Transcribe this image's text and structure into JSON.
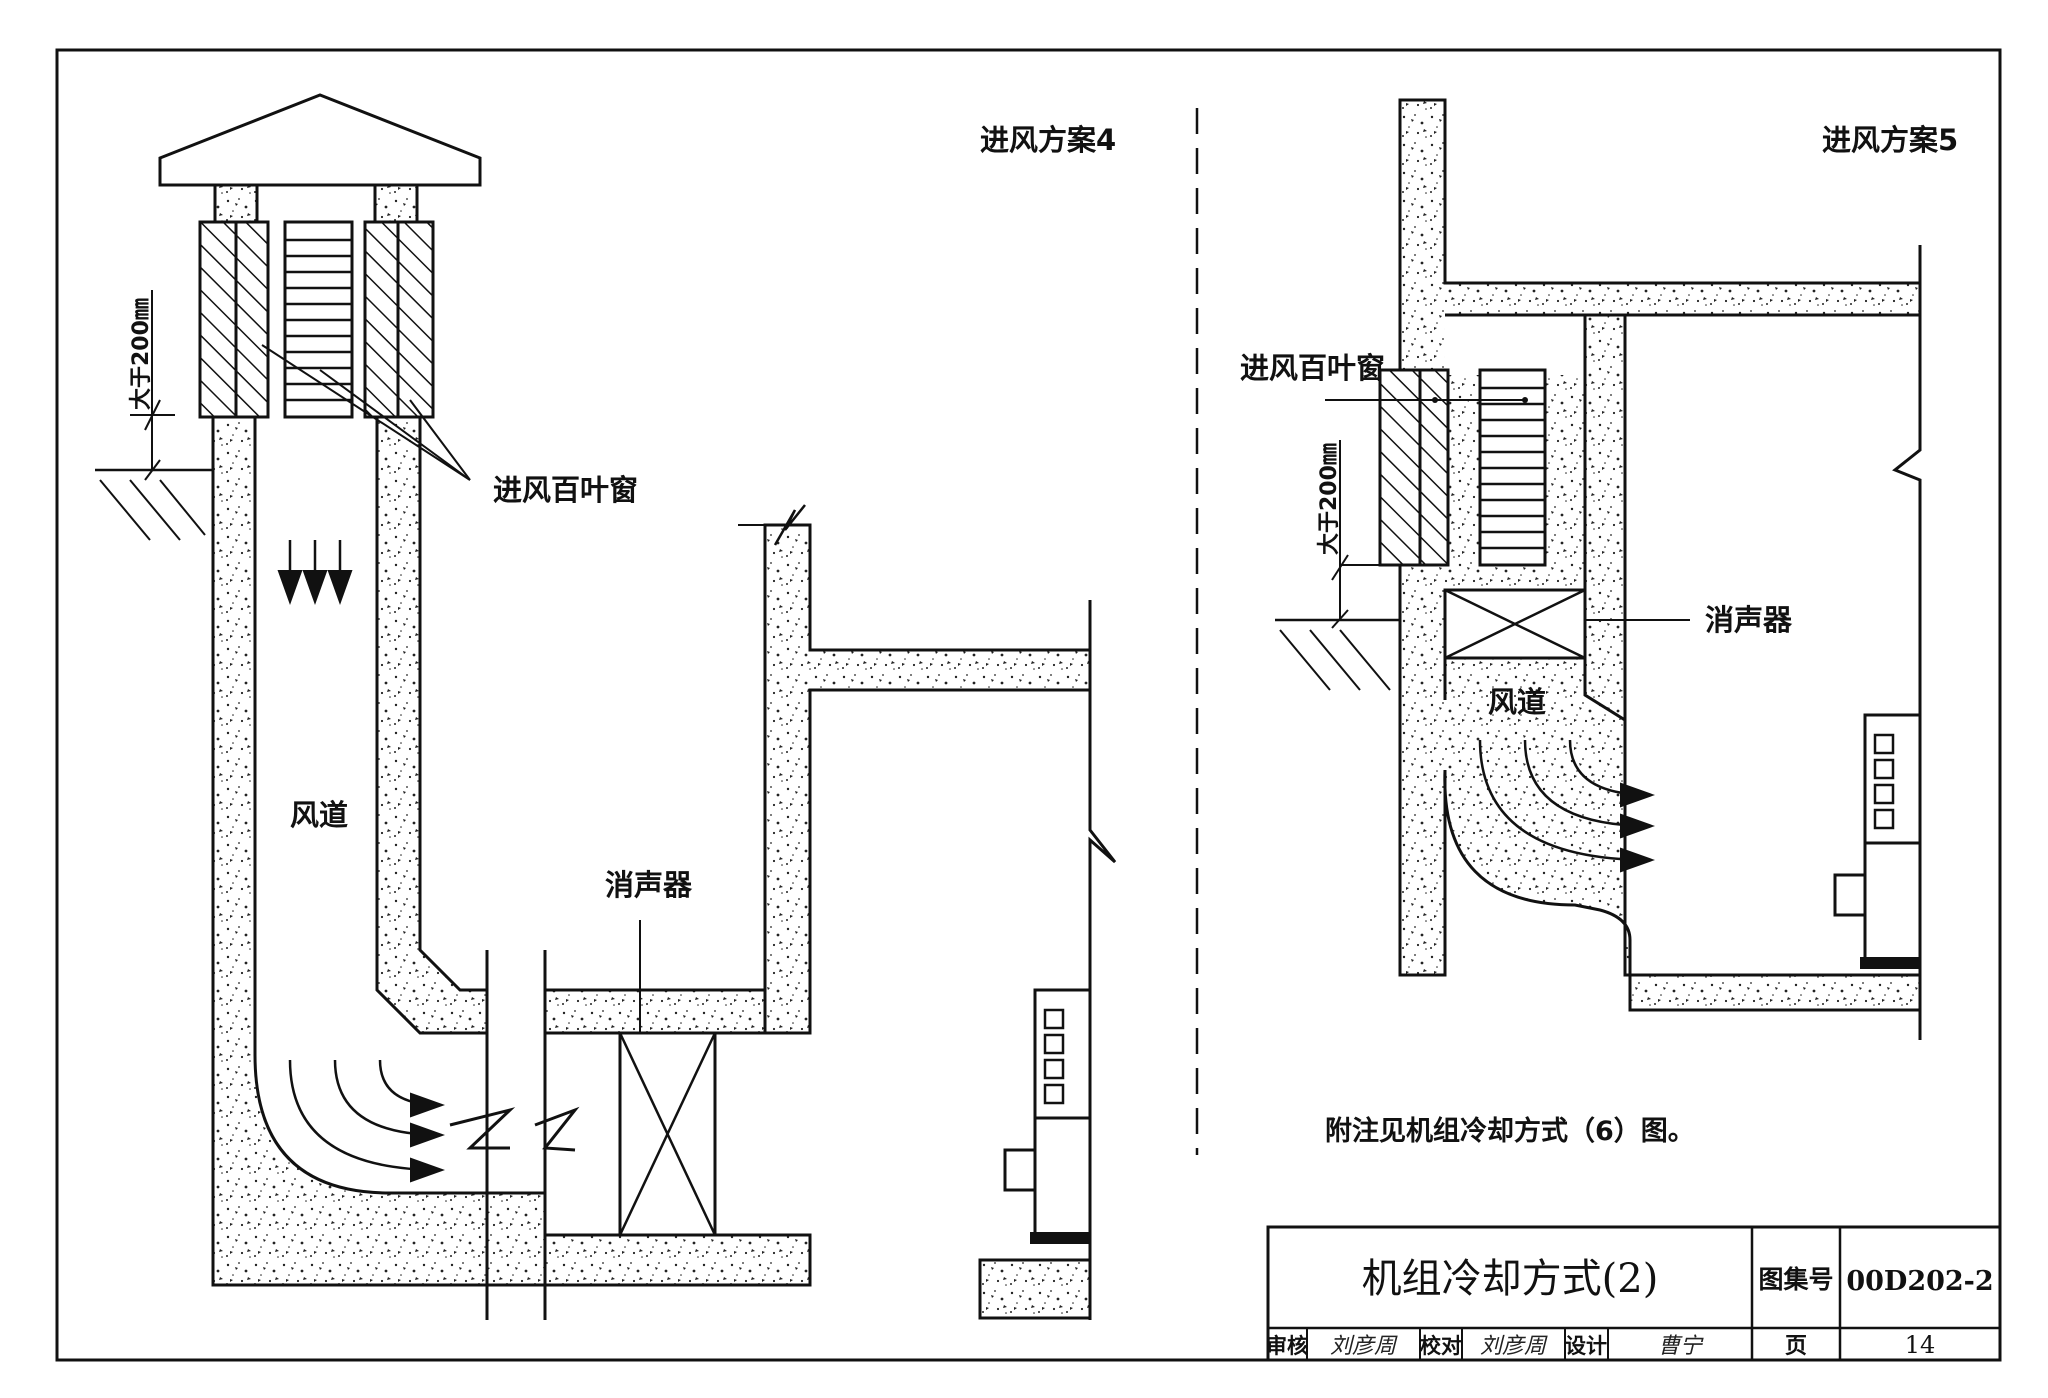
{
  "left_scheme": {
    "title": "进风方案4",
    "louver_label": "进风百叶窗",
    "height_label": "大于200㎜",
    "duct_label": "风道",
    "muffler_label": "消声器"
  },
  "right_scheme": {
    "title": "进风方案5",
    "louver_label": "进风百叶窗",
    "height_label": "大于200㎜",
    "duct_label": "风道",
    "muffler_label": "消声器",
    "note": "附注见机组冷却方式（6）图。"
  },
  "title_block": {
    "drawing_title": "机组冷却方式(2)",
    "atlas_label": "图集号",
    "atlas_number": "00D202-2",
    "review_label": "审核",
    "review_sign": "刘彦周",
    "check_label": "校对",
    "check_sign": "刘彦周",
    "design_label": "设计",
    "design_sign": "曹宁",
    "page_label": "页",
    "page_number": "14"
  },
  "colors": {
    "line": "#111111",
    "paper": "#ffffff"
  }
}
